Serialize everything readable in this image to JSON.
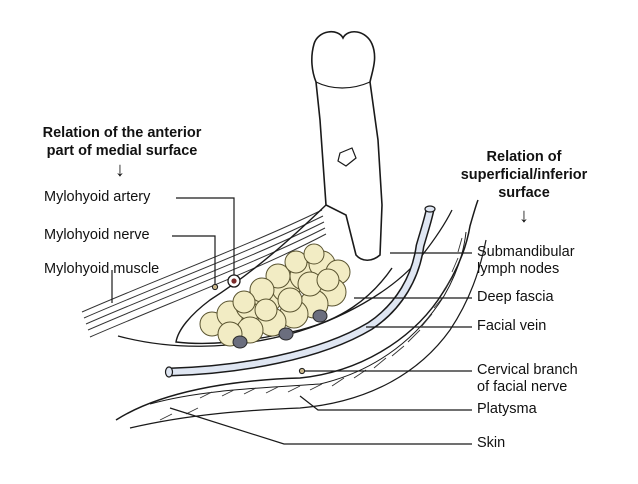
{
  "medial_heading": {
    "line1": "Relation of the anterior",
    "line2": "part of medial surface"
  },
  "superficial_heading": {
    "line1": "Relation of",
    "line2": "superficial/inferior",
    "line3": "surface"
  },
  "left_labels": {
    "mylohyoid_artery": "Mylohyoid artery",
    "mylohyoid_nerve": "Mylohyoid nerve",
    "mylohyoid_muscle": "Mylohyoid muscle"
  },
  "right_labels": {
    "submandibular_line1": "Submandibular",
    "submandibular_line2": "lymph nodes",
    "deep_fascia": "Deep fascia",
    "facial_vein": "Facial vein",
    "cervical_line1": "Cervical branch",
    "cervical_line2": "of facial nerve",
    "platysma": "Platysma",
    "skin": "Skin"
  },
  "arrow_glyph": "↓",
  "colors": {
    "gland_fill": "#f2ecc4",
    "gland_stroke": "#5a5430",
    "node_fill": "#6b6e7e",
    "vein_fill": "#dfe6f2",
    "line": "#1a1a1a"
  }
}
